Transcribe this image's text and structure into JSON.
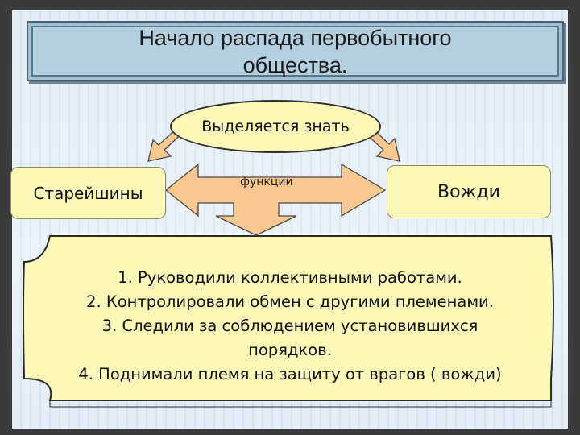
{
  "title": "Начало распада первобытного\nобщества.",
  "oval_label": "Выделяется знать",
  "left_box": "Старейшины",
  "right_box": "Вожди",
  "arrow_label": "функции",
  "functions": [
    "1. Руководили  коллективными работами.",
    "2. Контролировали обмен с другими племенами.",
    "3. Следили за соблюдением установившихся",
    "порядков.",
    "4. Поднимали племя на защиту от врагов ( вожди)"
  ],
  "colors": {
    "box_fill": "#fdf7b8",
    "arrow_fill": "#f9c890",
    "title_fill": "#b3cfe0",
    "frame": "#3b3b3b"
  }
}
